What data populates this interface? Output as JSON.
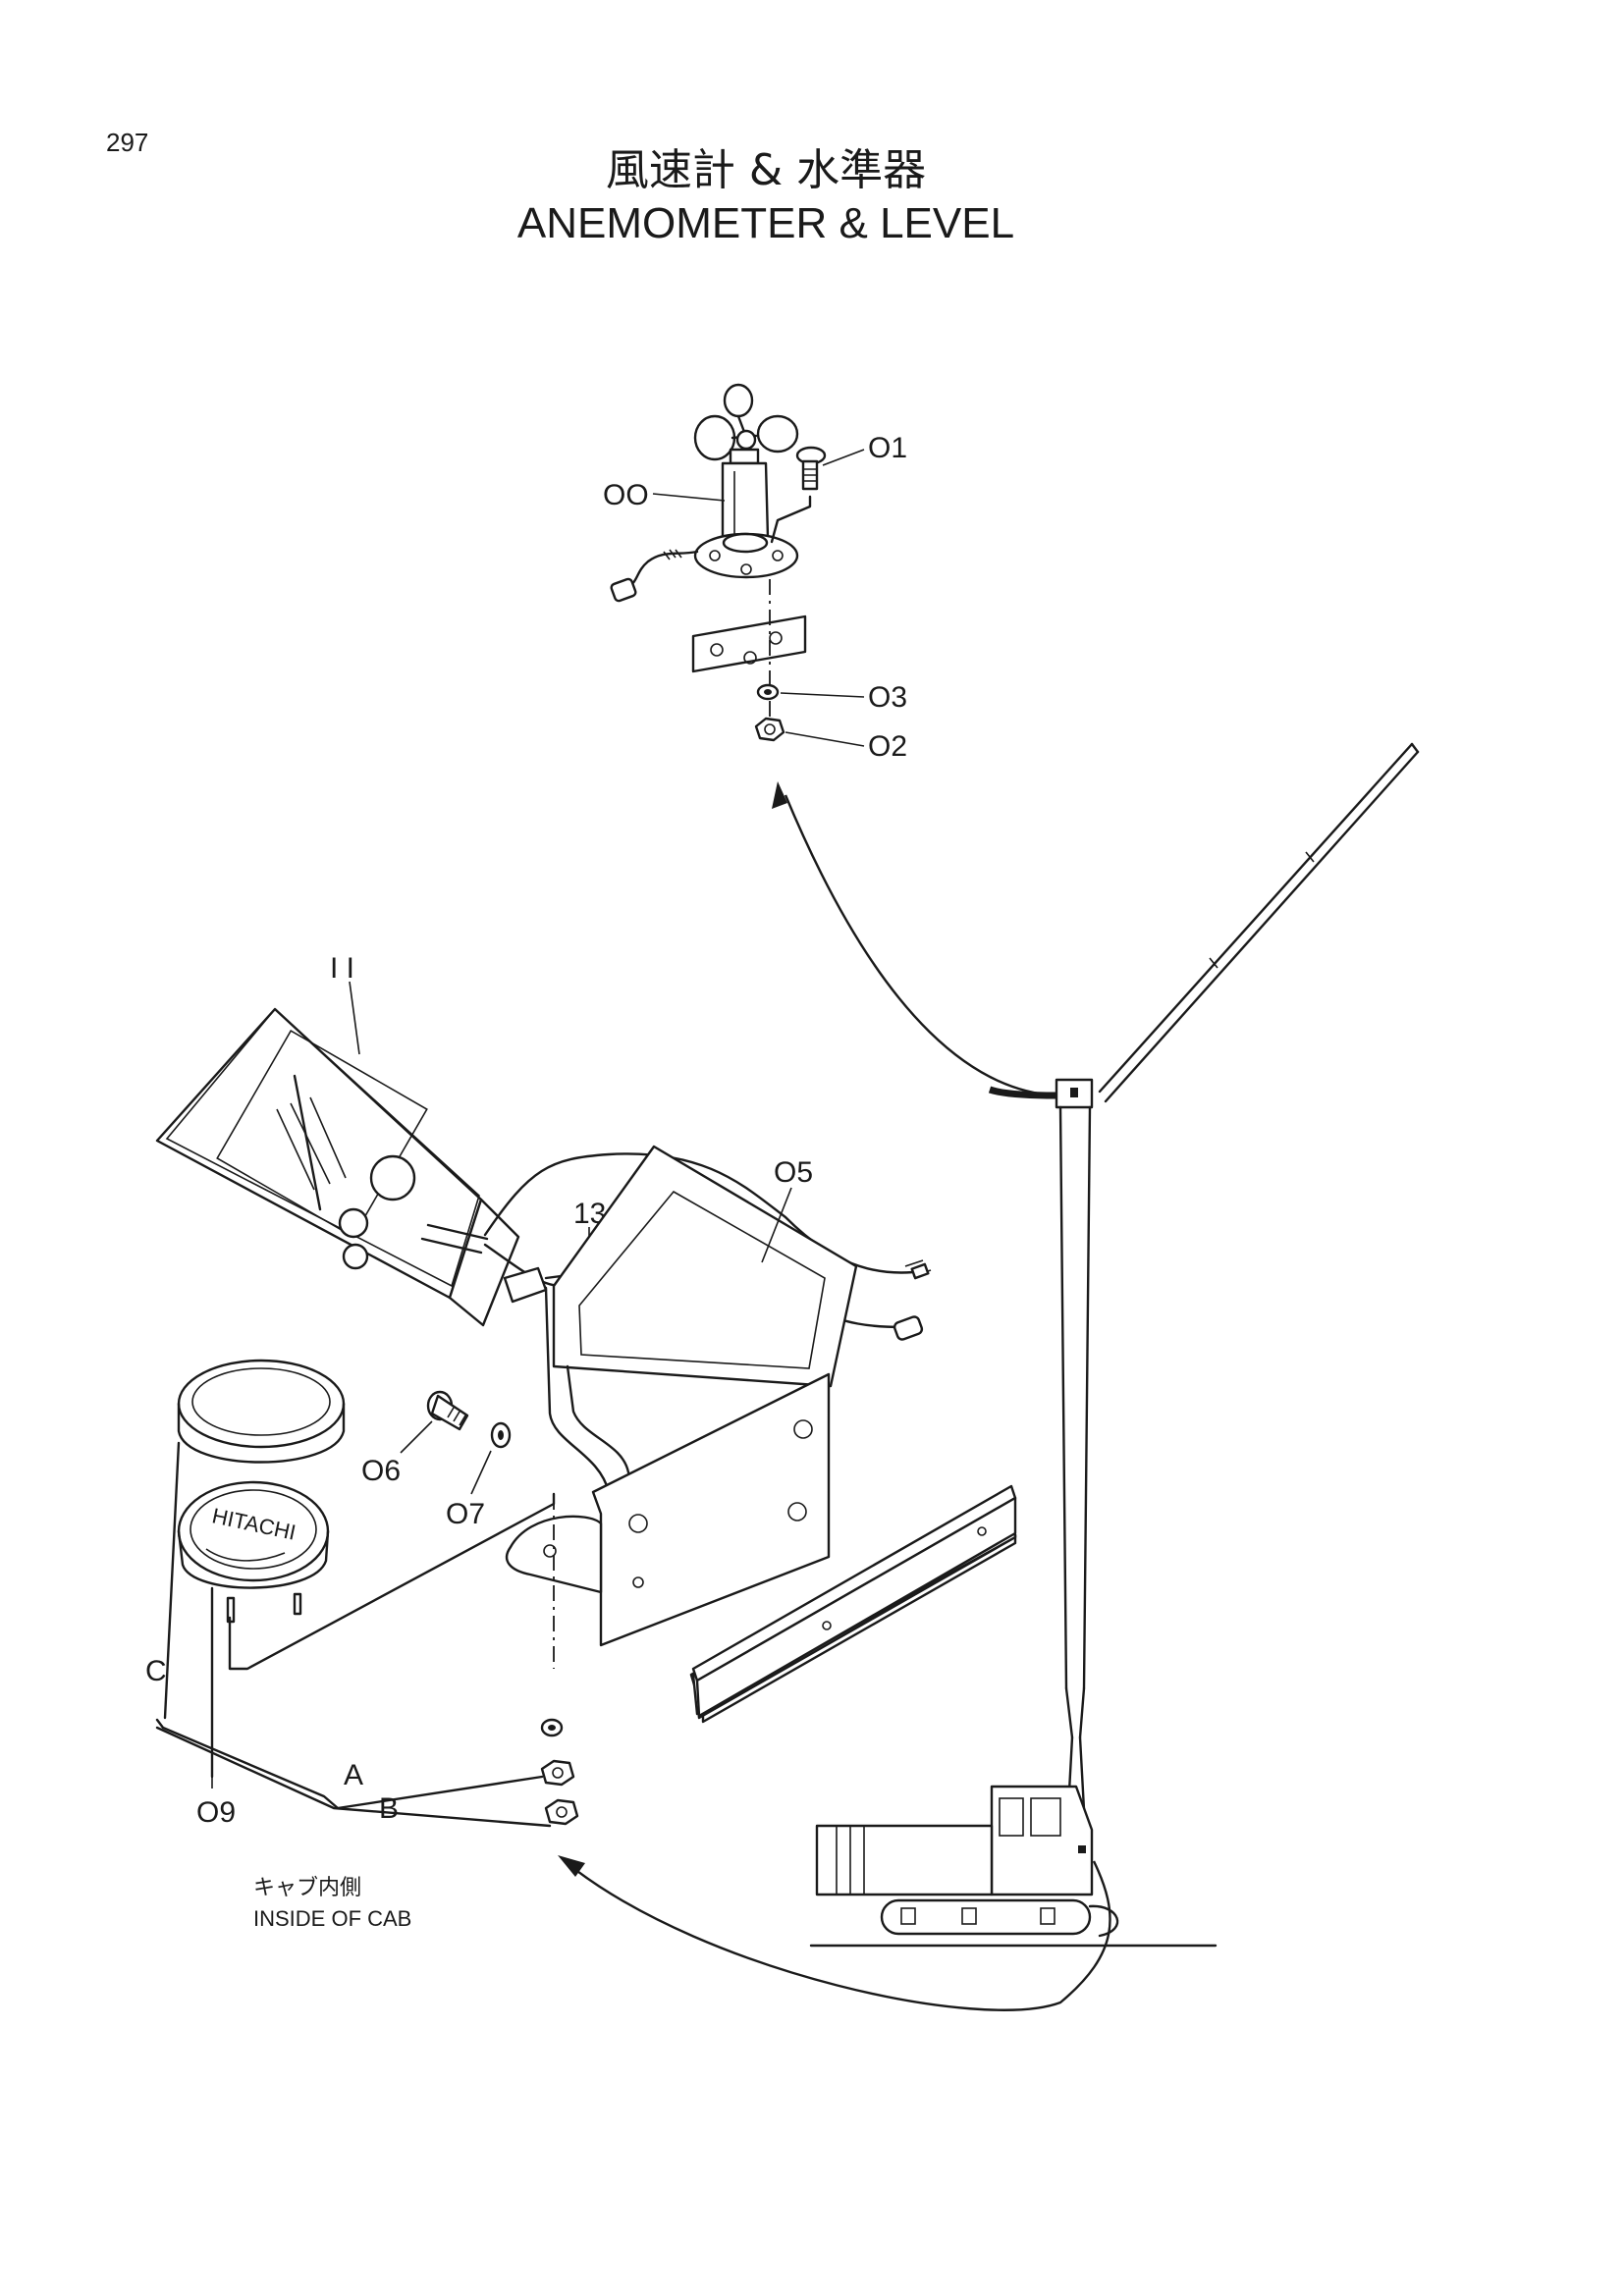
{
  "page": {
    "number": "297",
    "title_jp": "風速計 & 水準器",
    "title_en": "ANEMOMETER & LEVEL"
  },
  "callouts": {
    "p00": "OO",
    "p01": "O1",
    "p02": "O2",
    "p03": "O3",
    "p05": "O5",
    "p06": "O6",
    "p07": "O7",
    "p09": "O9",
    "p11": "I I",
    "p13": "13",
    "a": "A",
    "b": "B",
    "c": "C"
  },
  "gauge_face_text": "HITACHI",
  "note": {
    "jp": "キャブ内側",
    "en": "INSIDE OF CAB"
  }
}
